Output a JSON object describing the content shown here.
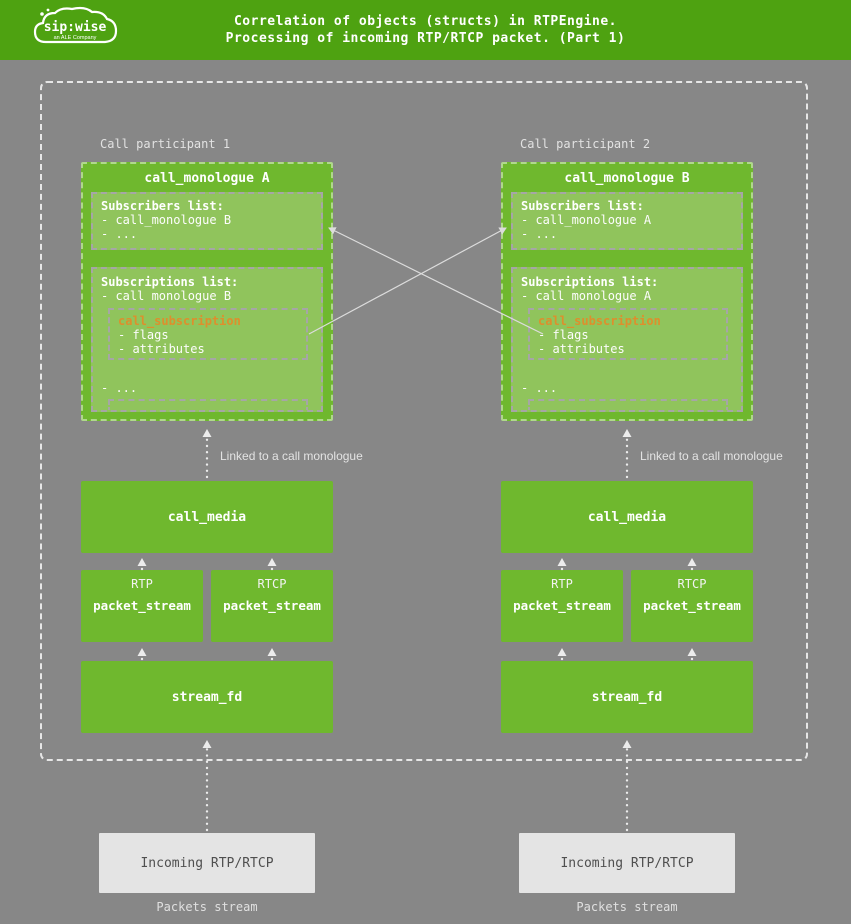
{
  "header": {
    "title_line1": "Correlation of objects (structs) in RTPEngine.",
    "title_line2": "Processing of incoming RTP/RTCP packet. (Part 1)",
    "logo": {
      "brand": "sip:wise",
      "tagline": "an ALE Company"
    }
  },
  "colors": {
    "header_green": "#4ea211",
    "box_green": "#6fb82e",
    "inner_green": "#90c45c",
    "background_gray": "#878787",
    "subscription_title_orange": "#dd8f2d",
    "incoming_box_gray": "#e4e4e4"
  },
  "columns": [
    {
      "participant_label": "Call participant 1",
      "monologue": {
        "title": "call_monologue A",
        "subscribers": {
          "heading": "Subscribers list:",
          "items": [
            "- call_monologue B",
            "- ..."
          ]
        },
        "subscriptions": {
          "heading": "Subscriptions list:",
          "item": "- call monologue B",
          "subscription": {
            "title": "call_subscription",
            "items": [
              "- flags",
              "- attributes"
            ]
          },
          "more": "- ..."
        }
      },
      "linked_label": "Linked to a call monologue",
      "call_media": "call_media",
      "streams": [
        {
          "protocol": "RTP",
          "name": "packet_stream"
        },
        {
          "protocol": "RTCP",
          "name": "packet_stream"
        }
      ],
      "stream_fd": "stream_fd",
      "incoming": "Incoming RTP/RTCP",
      "packets_label": "Packets stream"
    },
    {
      "participant_label": "Call participant 2",
      "monologue": {
        "title": "call_monologue B",
        "subscribers": {
          "heading": "Subscribers list:",
          "items": [
            "- call_monologue A",
            "- ..."
          ]
        },
        "subscriptions": {
          "heading": "Subscriptions list:",
          "item": "- call monologue A",
          "subscription": {
            "title": "call_subscription",
            "items": [
              "- flags",
              "- attributes"
            ]
          },
          "more": "- ..."
        }
      },
      "linked_label": "Linked to a call monologue",
      "call_media": "call_media",
      "streams": [
        {
          "protocol": "RTP",
          "name": "packet_stream"
        },
        {
          "protocol": "RTCP",
          "name": "packet_stream"
        }
      ],
      "stream_fd": "stream_fd",
      "incoming": "Incoming RTP/RTCP",
      "packets_label": "Packets stream"
    }
  ]
}
